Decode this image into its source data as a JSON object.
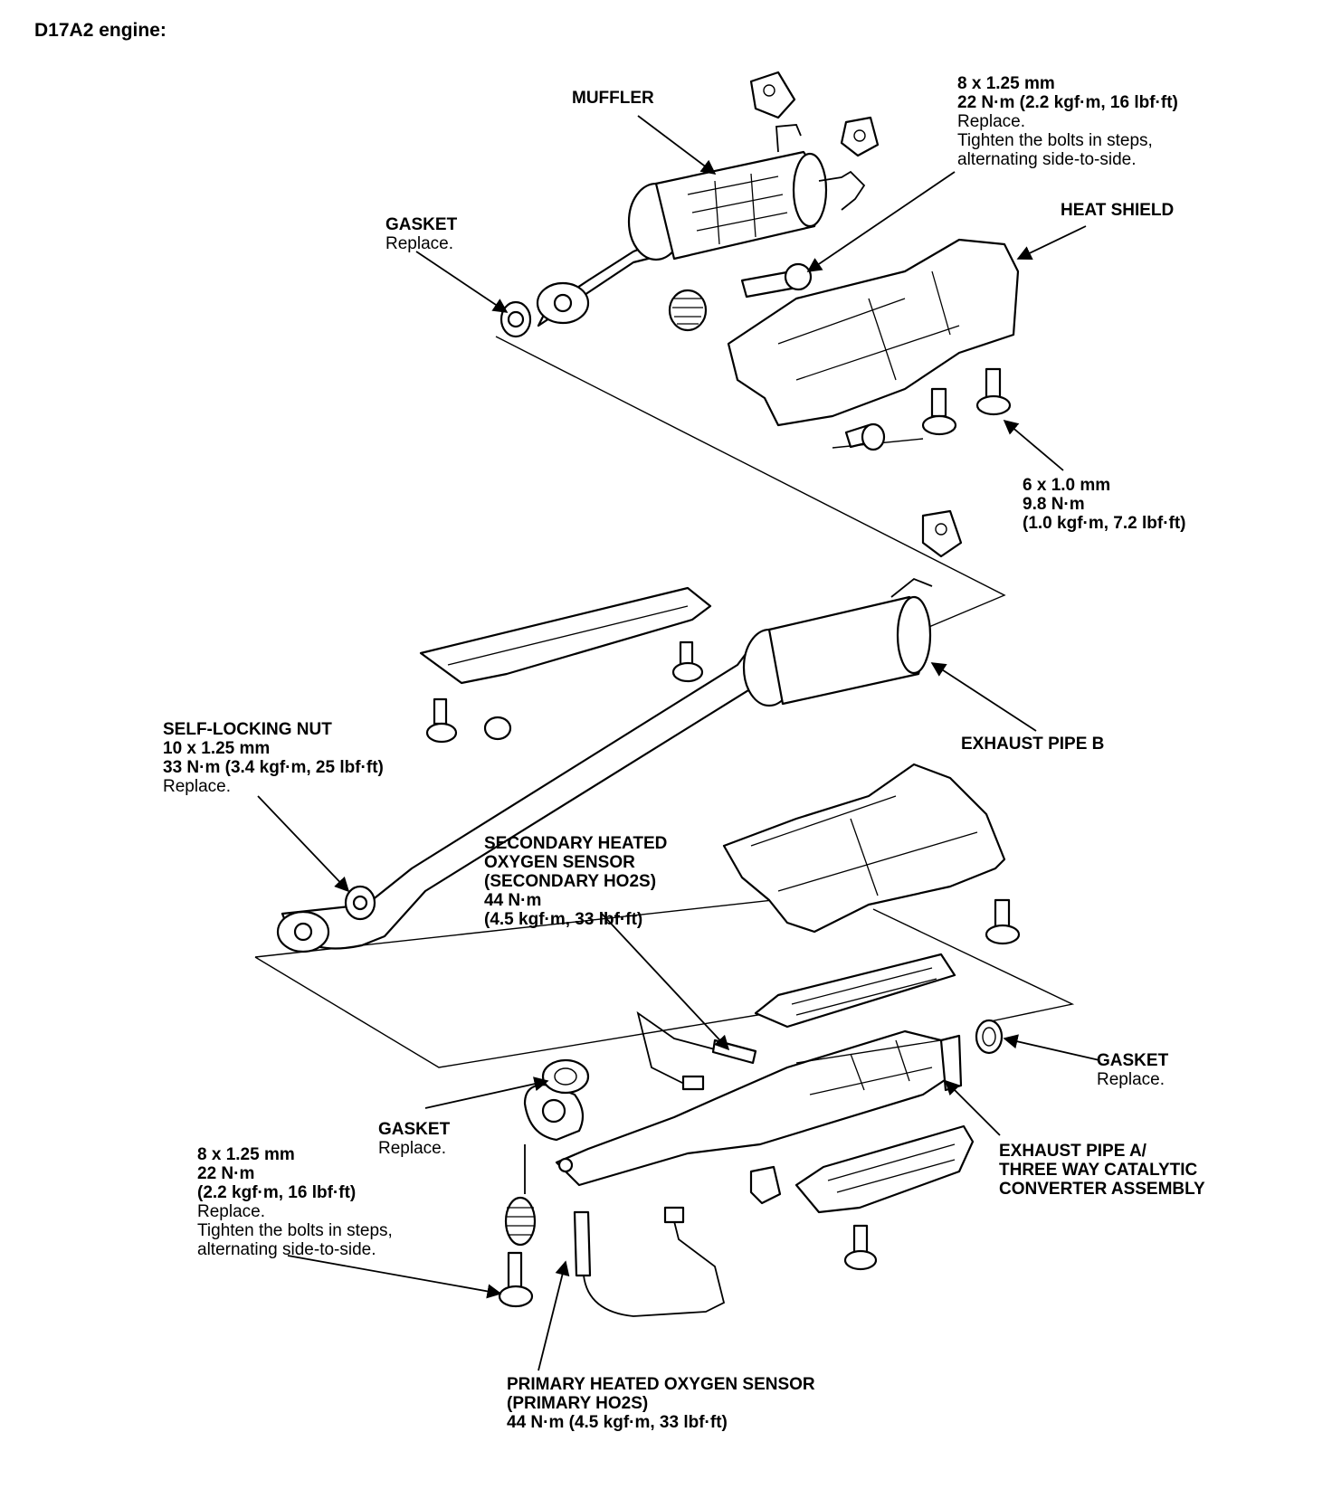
{
  "title": "D17A2 engine:",
  "labels": {
    "muffler": {
      "name": "MUFFLER"
    },
    "muffler_bolt": {
      "size": "8 x 1.25 mm",
      "torque": "22 N·m (2.2 kgf·m, 16 lbf·ft)",
      "note1": "Replace.",
      "note2": "Tighten the bolts in steps,",
      "note3": "alternating side-to-side."
    },
    "gasket_muffler": {
      "name": "GASKET",
      "note": "Replace."
    },
    "heat_shield": {
      "name": "HEAT SHIELD"
    },
    "shield_bolt": {
      "size": "6 x 1.0 mm",
      "torque1": "9.8 N·m",
      "torque2": "(1.0 kgf·m, 7.2 lbf·ft)"
    },
    "self_locking_nut": {
      "name": "SELF-LOCKING NUT",
      "size": "10 x 1.25 mm",
      "torque": "33 N·m (3.4 kgf·m, 25 lbf·ft)",
      "note": "Replace."
    },
    "exhaust_pipe_b": {
      "name": "EXHAUST PIPE B"
    },
    "secondary_ho2s": {
      "line1": "SECONDARY HEATED",
      "line2": "OXYGEN SENSOR",
      "line3": "(SECONDARY HO2S)",
      "line4": "44 N·m",
      "line5": "(4.5 kgf·m, 33 lbf·ft)"
    },
    "gasket_right": {
      "name": "GASKET",
      "note": "Replace."
    },
    "gasket_front": {
      "name": "GASKET",
      "note": "Replace."
    },
    "front_bolt": {
      "size": "8 x 1.25 mm",
      "torque1": "22 N·m",
      "torque2": "(2.2 kgf·m, 16 lbf·ft)",
      "note1": "Replace.",
      "note2": "Tighten the bolts in steps,",
      "note3": "alternating side-to-side."
    },
    "exhaust_pipe_a": {
      "line1": "EXHAUST PIPE A/",
      "line2": "THREE WAY CATALYTIC",
      "line3": "CONVERTER ASSEMBLY"
    },
    "primary_ho2s": {
      "line1": "PRIMARY HEATED OXYGEN SENSOR",
      "line2": "(PRIMARY HO2S)",
      "line3": "44 N·m (4.5 kgf·m, 33 lbf·ft)"
    }
  }
}
